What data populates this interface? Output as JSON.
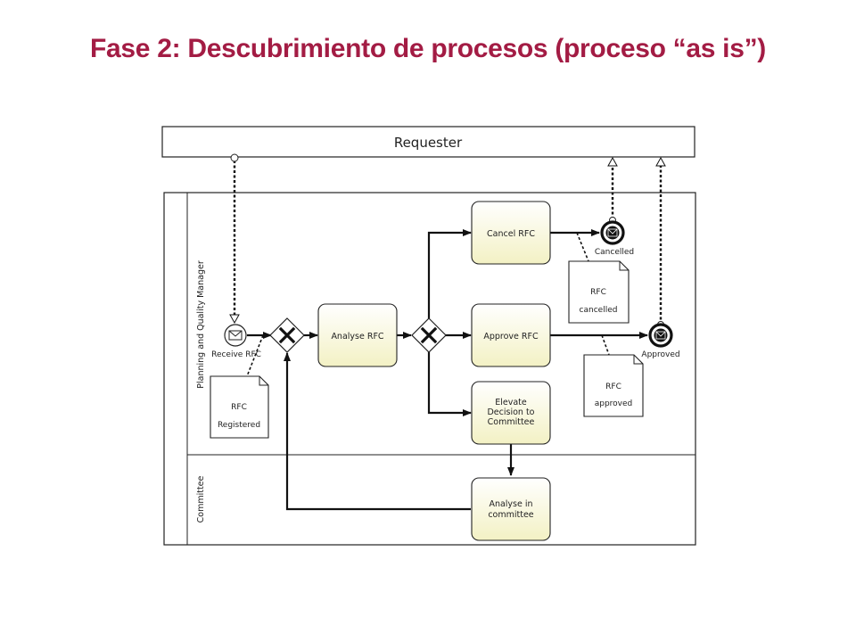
{
  "title": "Fase 2: Descubrimiento de procesos (proceso “as is”)",
  "pools": {
    "requester": "Requester",
    "lanes": {
      "planning": "Planning and Quality Manager",
      "committee": "Committee"
    }
  },
  "events": {
    "receive": "Receive RFC",
    "cancelled": "Cancelled",
    "approved": "Approved"
  },
  "tasks": {
    "analyse": [
      "Analyse RFC"
    ],
    "cancel": [
      "Cancel RFC"
    ],
    "approve": [
      "Approve RFC"
    ],
    "elevate": [
      "Elevate",
      "Decision to",
      "Committee"
    ],
    "committee": [
      "Analyse in",
      "committee"
    ]
  },
  "data_objects": {
    "registered": [
      "RFC",
      "Registered"
    ],
    "cancelled": [
      "RFC",
      "cancelled"
    ],
    "approved": [
      "RFC",
      "approved"
    ]
  },
  "colors": {
    "title": "#a31c44",
    "task_fill": "#fafad2",
    "stroke": "#222222"
  }
}
